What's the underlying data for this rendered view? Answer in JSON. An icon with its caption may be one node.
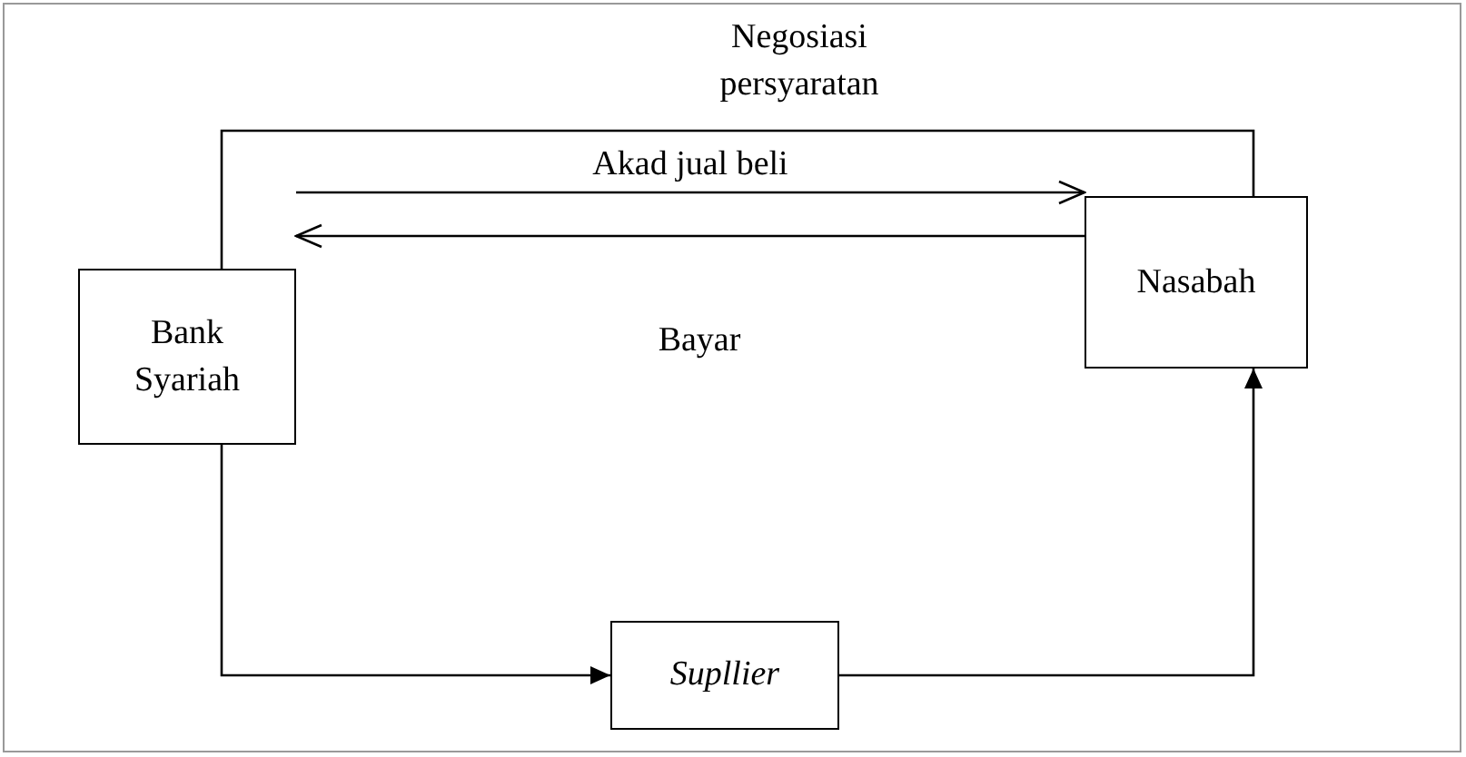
{
  "diagram": {
    "nodes": [
      {
        "text": [
          "Bank Syariah"
        ]
      },
      {
        "text": [
          "Nasabah"
        ]
      },
      {
        "text": [
          "Supllier"
        ]
      }
    ],
    "edges": [
      {
        "from": 0,
        "to": 1,
        "arrow": "none",
        "label": "Negosiasi persyaratan"
      },
      {
        "from": 0,
        "to": 1,
        "arrow": "to",
        "label": "Akad jual beli"
      },
      {
        "from": 1,
        "to": 0,
        "arrow": "to",
        "label": "Bayar"
      },
      {
        "from": 0,
        "to": 2,
        "arrow": "to"
      },
      {
        "from": 2,
        "to": 1,
        "arrow": "to"
      }
    ]
  }
}
